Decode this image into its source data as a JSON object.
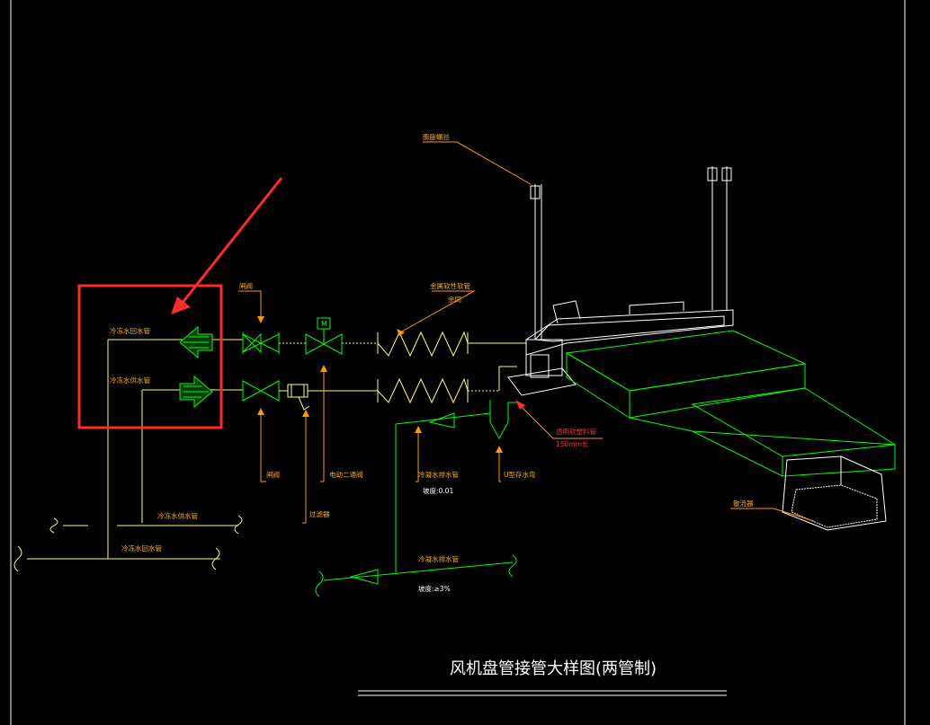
{
  "drawing": {
    "title": "风机盘管接管大样图(两管制)"
  },
  "labels": {
    "hanger_rod": "膨胀螺丝",
    "gate_valve_top": "闸阀",
    "gate_valve_bottom": "闸阀",
    "metal_hose": "金属软性软管",
    "metal_hose_sub": "余同",
    "chilled_return_branch": "冷冻水回水管",
    "chilled_supply_branch": "冷冻水供水管",
    "motor_valve": "电动二通阀",
    "strainer": "过滤器",
    "condensate_pipe": "冷凝水排水管",
    "condensate_slope": "坡度:0.01",
    "u_trap": "U型存水弯",
    "insulation_label": "透明软塑料管",
    "insulation_size": "150mm长",
    "diffuser": "散流器",
    "chilled_supply_main": "冷冻水供水管",
    "chilled_return_main": "冷冻水回水管",
    "condensate_main": "冷凝水排水管",
    "condensate_main_slope": "坡度:≥3%",
    "motor_mark": "M"
  },
  "annotation": {
    "highlight_color": "#ff2a2a"
  },
  "colors": {
    "background": "#000000",
    "water_pipe": "#ffff66",
    "duct_and_drain": "#00ff00",
    "leader": "#ff9900",
    "structure": "#ffffff",
    "highlight": "#ff2a2a"
  }
}
